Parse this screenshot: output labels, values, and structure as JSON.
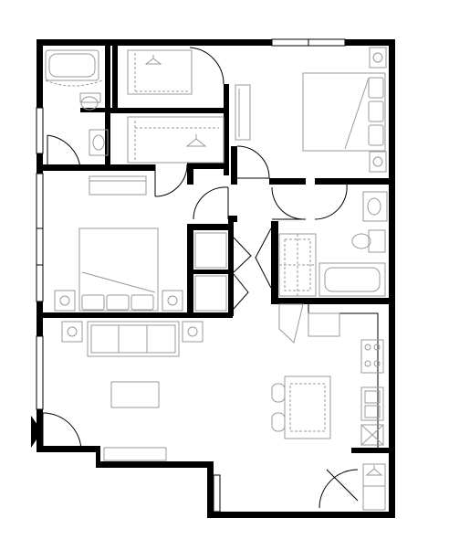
{
  "plan": {
    "rooms": [
      {
        "id": "bedroom-1",
        "type": "bedroom"
      },
      {
        "id": "bedroom-2",
        "type": "bedroom"
      },
      {
        "id": "bathroom-1",
        "type": "bathroom"
      },
      {
        "id": "bathroom-2",
        "type": "bathroom"
      },
      {
        "id": "walk-in-closet-1",
        "type": "closet"
      },
      {
        "id": "walk-in-closet-2",
        "type": "closet"
      },
      {
        "id": "living-room",
        "type": "living"
      },
      {
        "id": "kitchen",
        "type": "kitchen"
      },
      {
        "id": "laundry",
        "type": "laundry"
      }
    ],
    "icons": [
      "hanger-icon",
      "bed-icon",
      "toilet-icon",
      "sink-icon",
      "bathtub-icon",
      "shower-icon",
      "sofa-icon",
      "lamp-icon",
      "stove-icon",
      "kitchen-sink-icon",
      "bar-stool-icon",
      "entry-arrow-icon"
    ],
    "colors": {
      "walls": "#000000",
      "fixtures": "#9a9a9a",
      "background": "#ffffff"
    }
  }
}
